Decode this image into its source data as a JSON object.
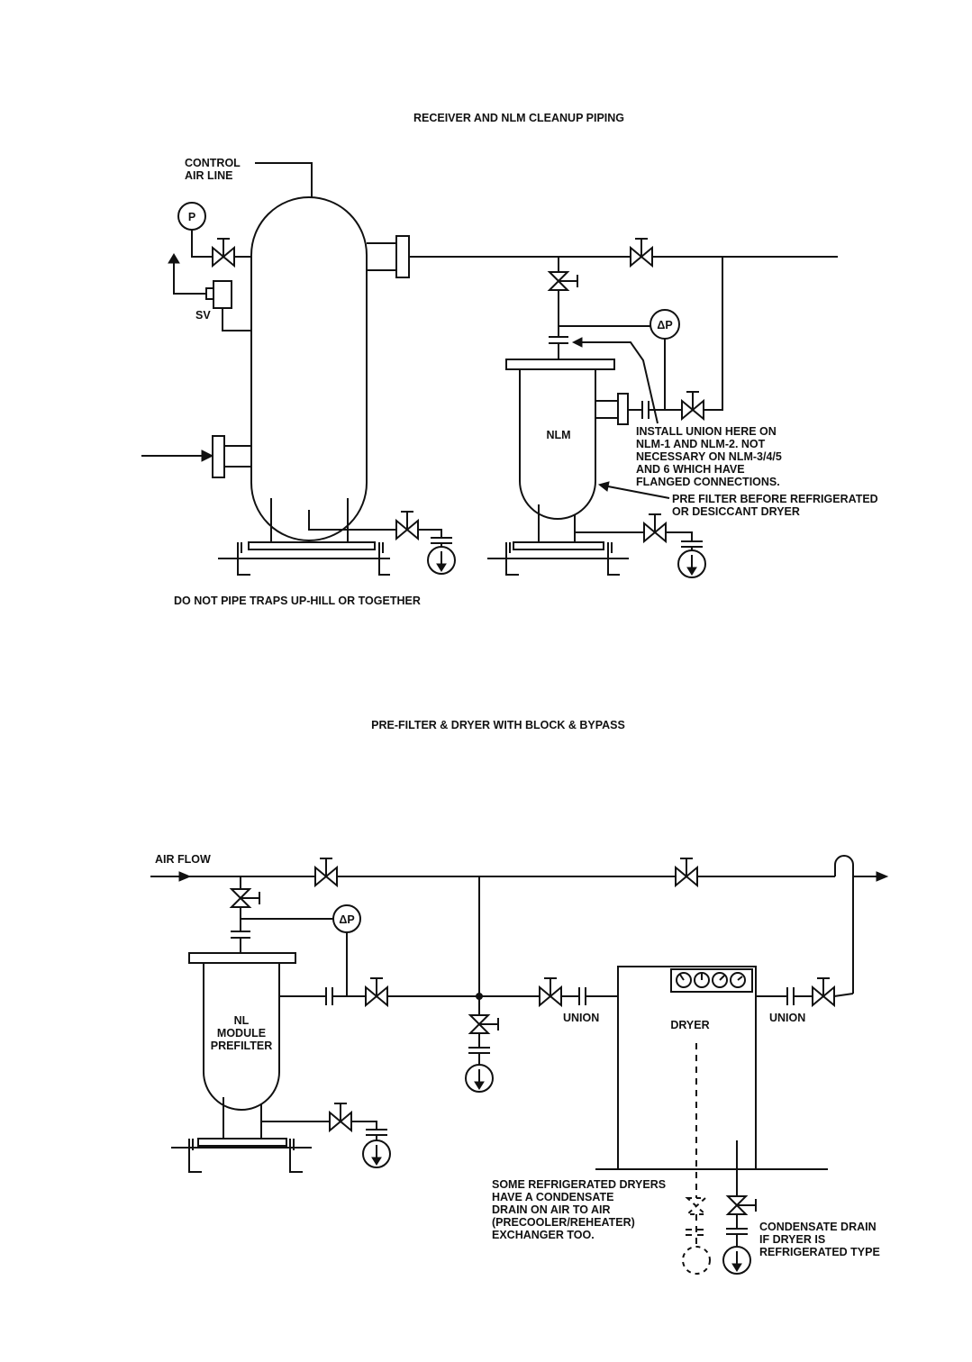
{
  "top": {
    "title": "RECEIVER AND NLM CLEANUP PIPING",
    "control_air_line": [
      "CONTROL",
      "AIR LINE"
    ],
    "pressure_gauge": "P",
    "safety_valve": "SV",
    "dp_gauge": "ΔP",
    "vessel_label": "NLM",
    "union_note": [
      "INSTALL UNION HERE ON",
      "NLM-1 AND NLM-2. NOT",
      "NECESSARY ON NLM-3/4/5",
      "AND 6 WHICH HAVE",
      "FLANGED CONNECTIONS."
    ],
    "prefilter_note": [
      "PRE FILTER BEFORE REFRIGERATED",
      "OR DESICCANT DRYER"
    ],
    "trap_note": "DO NOT PIPE TRAPS UP-HILL OR TOGETHER"
  },
  "bottom": {
    "title": "PRE-FILTER & DRYER WITH BLOCK & BYPASS",
    "air_flow": "AIR FLOW",
    "dp_gauge": "ΔP",
    "prefilter_label": [
      "NL",
      "MODULE",
      "PREFILTER"
    ],
    "union_left": "UNION",
    "dryer_label": "DRYER",
    "union_right": "UNION",
    "dryer_note": [
      "SOME REFRIGERATED DRYERS",
      "HAVE A CONDENSATE",
      "DRAIN ON AIR TO AIR",
      "(PRECOOLER/REHEATER)",
      "EXCHANGER TOO."
    ],
    "drain_note": [
      "CONDENSATE DRAIN",
      "IF DRYER IS",
      "REFRIGERATED TYPE"
    ]
  }
}
